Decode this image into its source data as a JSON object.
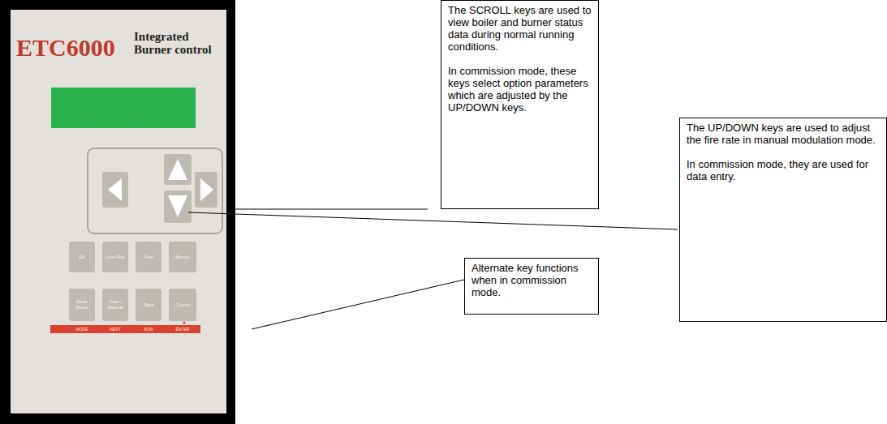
{
  "diagram": {
    "nodes": [
      {
        "text": [
          "EK"
        ]
      },
      {
        "text": [
          "Low Fire"
        ]
      },
      {
        "text": [
          "Fuel"
        ]
      },
      {
        "text": [
          "Burner"
        ]
      },
      {
        "text": [
          "Mute Reset"
        ]
      },
      {
        "text": [
          "Auto / Manual"
        ]
      },
      {
        "text": [
          "Data"
        ]
      },
      {
        "text": [
          "Comm"
        ]
      },
      {
        "text": [
          "The SCROLL keys are used to view boiler and burner status data during normal running conditions.",
          "In commission mode, these keys select option parameters which are adjusted by the UP/DOWN keys."
        ]
      },
      {
        "text": [
          "The UP/DOWN keys are used to adjust the fire rate in manual modulation mode.",
          "In commission mode, they are used for data entry."
        ]
      },
      {
        "text": [
          "Alternate key functions when in commission mode."
        ]
      }
    ],
    "labels": [
      "ETC6000",
      "Integrated Burner control",
      "MODE",
      "NEXT",
      "RUN",
      "ENTER"
    ]
  }
}
